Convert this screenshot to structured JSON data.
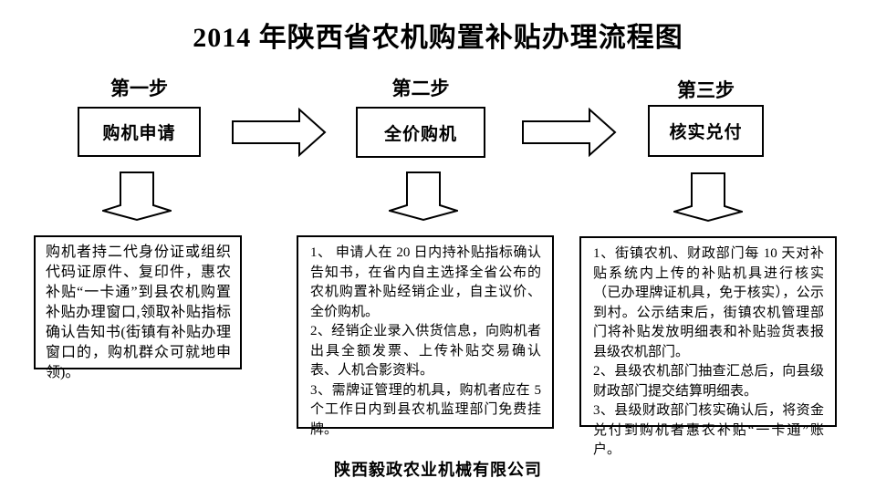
{
  "title": "2014 年陕西省农机购置补贴办理流程图",
  "steps": [
    {
      "label": "第一步",
      "box_label": "购机申请",
      "details": [
        "购机者持二代身份证或组织代码证原件、复印件，惠农补贴“一卡通”到县农机购置补贴办理窗口,领取补贴指标确认告知书(街镇有补贴办理窗口的，购机群众可就地申领)。"
      ]
    },
    {
      "label": "第二步",
      "box_label": "全价购机",
      "details": [
        "1、 申请人在 20 日内持补贴指标确认告知书，在省内自主选择全省公布的农机购置补贴经销企业，自主议价、全价购机。",
        "2、经销企业录入供货信息，向购机者出具全额发票、上传补贴交易确认表、人机合影资料。",
        "3、需牌证管理的机具，购机者应在 5 个工作日内到县农机监理部门免费挂牌。"
      ]
    },
    {
      "label": "第三步",
      "box_label": "核实兑付",
      "details": [
        "1、街镇农机、财政部门每 10 天对补贴系统内上传的补贴机具进行核实（已办理牌证机具，免于核实），公示到村。公示结束后，街镇农机管理部门将补贴发放明细表和补贴验货表报县级农机部门。",
        "2、县级农机部门抽查汇总后，向县级财政部门提交结算明细表。",
        "3、县级财政部门核实确认后，将资金兑付到购机者惠农补贴“一卡通”账户。"
      ]
    }
  ],
  "footer": "陕西毅政农业机械有限公司",
  "colors": {
    "ink": "#000000",
    "background": "#ffffff"
  }
}
